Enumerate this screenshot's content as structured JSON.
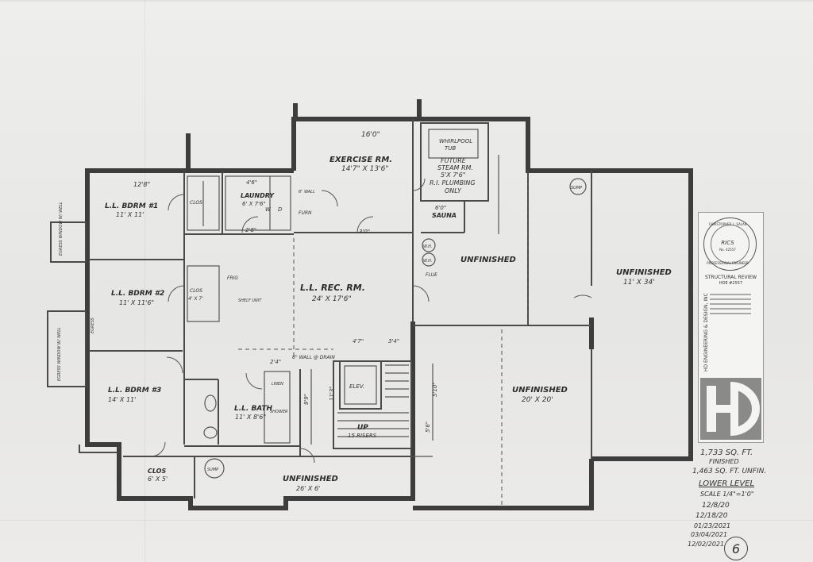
{
  "rooms": {
    "exercise": {
      "name": "EXERCISE RM.",
      "dims": "14'7\" X 13'6\"",
      "top_dim": "16'0\""
    },
    "whirlpool": {
      "line1": "WHIRLPOOL",
      "line2": "TUB",
      "line3": "FUTURE",
      "line4": "STEAM RM.",
      "line5": "5'X 7'6\"",
      "line6": "R.I. PLUMBING",
      "line7": "ONLY"
    },
    "sauna": {
      "name": "SAUNA",
      "dims": "6'0\""
    },
    "bedroom1": {
      "name": "L.L. BDRM #1",
      "dims": "11' X 11'",
      "top_dim": "12'8\""
    },
    "bedroom2": {
      "name": "L.L. BDRM #2",
      "dims": "11' X 11'6\""
    },
    "bedroom3": {
      "name": "L.L. BDRM #3",
      "dims": "14' X 11'"
    },
    "laundry": {
      "name": "LAUNDRY",
      "dims": "6' X 7'6\"",
      "top_dim": "4'6\""
    },
    "rec_room": {
      "name": "L.L. REC. RM.",
      "dims": "24' X 17'6\""
    },
    "bath": {
      "name": "L.L. BATH",
      "dims": "11' X 8'6\""
    },
    "unfinished_ne": {
      "name": "UNFINISHED"
    },
    "unfinished_e": {
      "name": "UNFINISHED",
      "dims": "11' X 34'"
    },
    "unfinished_se": {
      "name": "UNFINISHED",
      "dims": "20' X 20'"
    },
    "unfinished_s": {
      "name": "UNFINISHED",
      "dims": "26' X 6'"
    },
    "clos_bottom": {
      "name": "CLOS",
      "dims": "6' X 5'"
    },
    "stairs": {
      "label": "UP",
      "treads": "15 RISERS"
    },
    "elev": {
      "label": "ELEV."
    }
  },
  "small_labels": {
    "clos1": "CLOS",
    "clos2": "CLOS",
    "clos_dims1": "4' X 7'",
    "furn": "FURN",
    "w": "W",
    "d": "D",
    "sump1": "SUMP",
    "sump2": "SUMP",
    "wh1": "W.H.",
    "wh2": "W.H.",
    "flue": "FLUE",
    "shower": "SHOWER",
    "linen": "LINEN",
    "frig": "FRIG",
    "shelf_unit": "SHELF UNIT",
    "six_inch_wall": "6\" WALL",
    "six_inch_wall2": "6\" WALL @ DRAIN",
    "egress1": "EGRESS WINDOW W/ WELL",
    "egress2": "EGRESS WINDOW W/ WELL",
    "egress_side": "EGRESS",
    "d3": "3'0\"",
    "d2": "2'8\"",
    "d24": "2'4\"",
    "d_47": "4'7\"",
    "d_34": "3'4\"",
    "d_56": "5'6\"",
    "d_510": "5'10\"",
    "d_99": "9'9\"",
    "d_113": "11'3\""
  },
  "stamp": {
    "seal_name": "CHRISTOPHER L. SALAS",
    "seal_center": "RICS",
    "seal_license": "No. 42557",
    "seal_bottom": "PROFESSIONAL ENGINEER",
    "review_title": "STRUCTURAL REVIEW",
    "review_code": "HDE #2557",
    "firm_name": "HD ENGINEERING & DESIGN, INC",
    "logo_letters": "HD"
  },
  "notes": {
    "finished": "1,733 SQ. FT.",
    "finished_label": "FINISHED",
    "unfinished": "1,463 SQ. FT. UNFIN.",
    "level": "LOWER LEVEL",
    "scale": "SCALE 1/4\"=1'0\"",
    "date1": "12/8/20",
    "date2": "12/18/20",
    "date3": "01/23/2021",
    "date4": "03/04/2021",
    "date5": "12/02/2021",
    "sheet": "6"
  }
}
